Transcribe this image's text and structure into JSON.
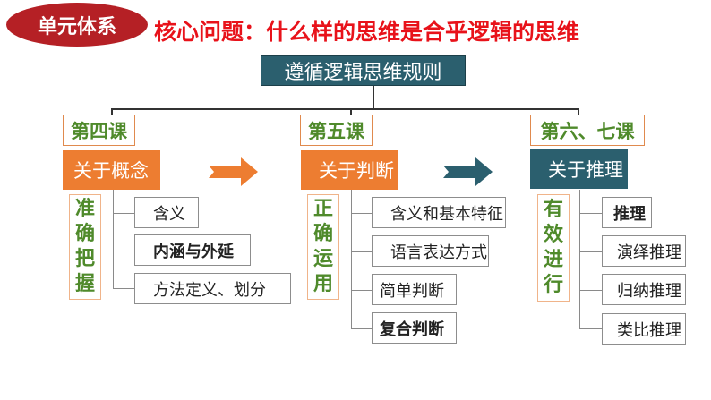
{
  "badge": "单元体系",
  "title": "核心问题：什么样的思维是合乎逻辑的思维",
  "root": "遵循逻辑思维规则",
  "columns": [
    {
      "lesson": "第四课",
      "topic": "关于概念",
      "verb": [
        "准",
        "确",
        "把",
        "握"
      ],
      "items": [
        "含义",
        "内涵与外延",
        "方法定义、划分"
      ]
    },
    {
      "lesson": "第五课",
      "topic": "关于判断",
      "verb": [
        "正",
        "确",
        "运",
        "用"
      ],
      "items": [
        "含义和基本特征",
        "语言表达方式",
        "简单判断",
        "复合判断"
      ]
    },
    {
      "lesson": "第六、七课",
      "topic": "关于推理",
      "verb": [
        "有",
        "效",
        "进",
        "行"
      ],
      "items": [
        "推理",
        "演绎推理",
        "归纳推理",
        "类比推理"
      ]
    }
  ],
  "colors": {
    "red": "#e8121a",
    "badge": "#b52025",
    "teal": "#2b5f6e",
    "orange": "#ed7d31",
    "green": "#4f8a2b"
  }
}
